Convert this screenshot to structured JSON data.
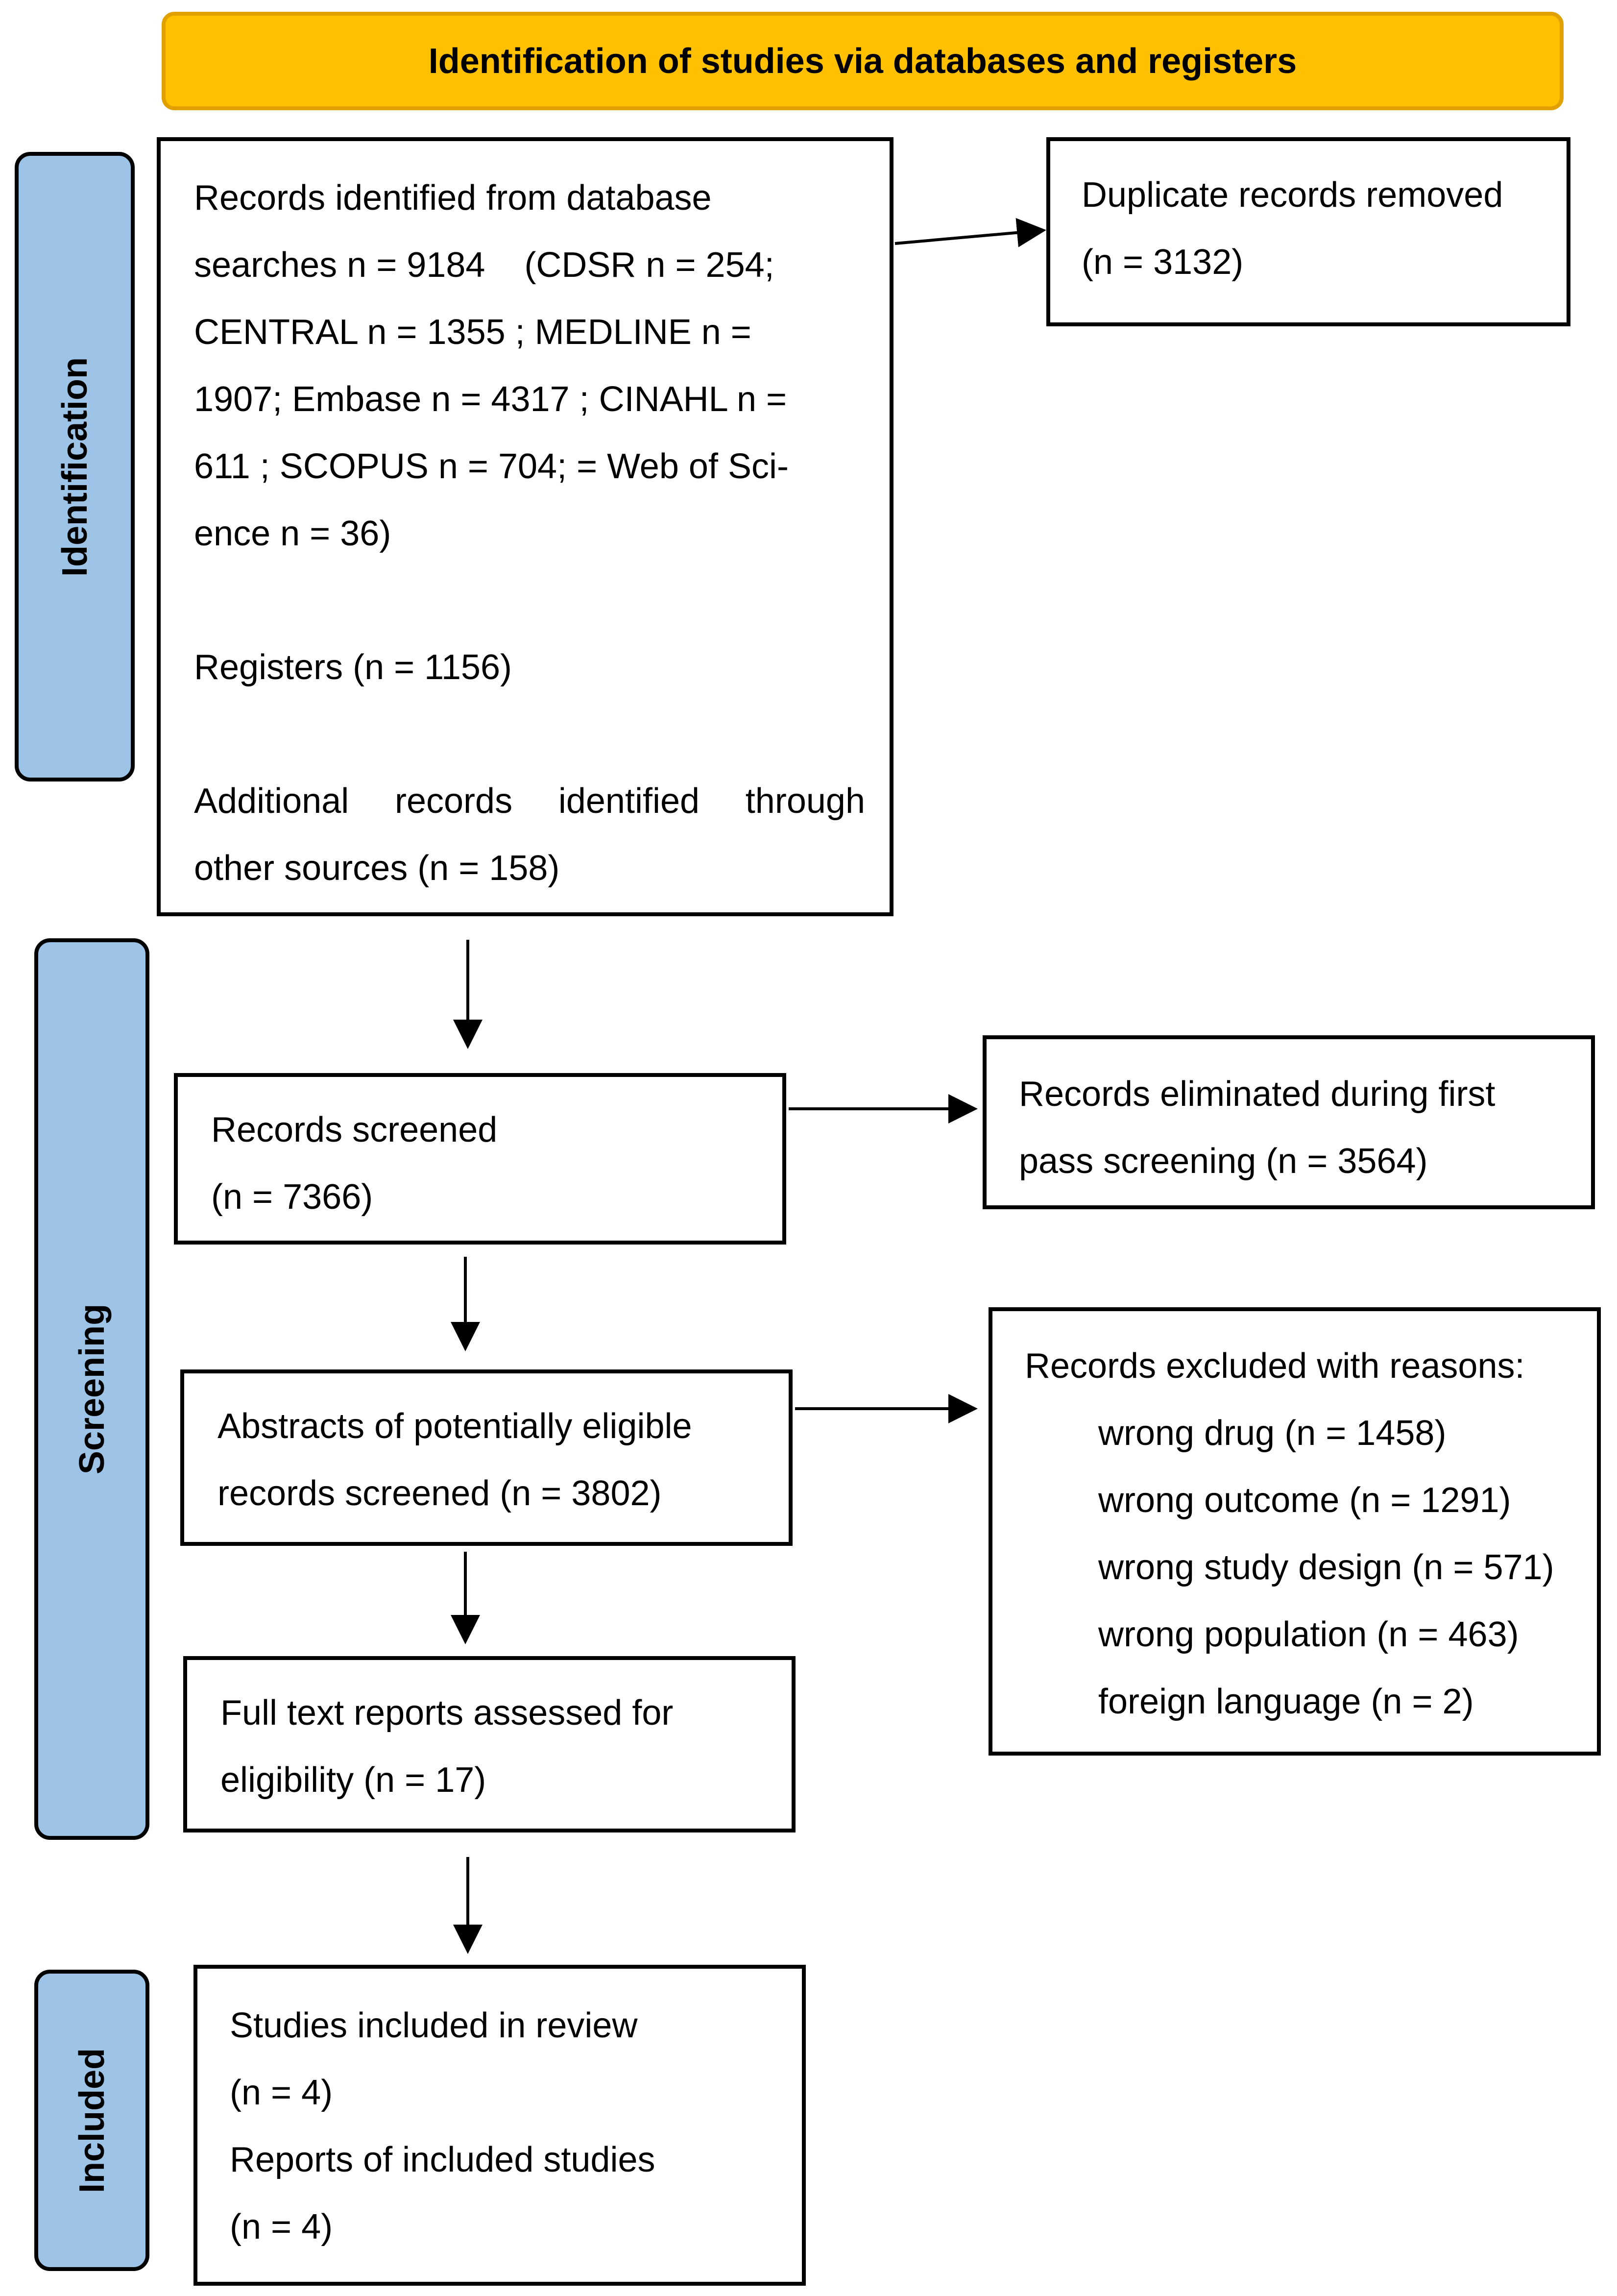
{
  "header": {
    "title": "Identification of studies via databases and registers"
  },
  "phases": {
    "identification": "Identification",
    "screening": "Screening",
    "included": "Included"
  },
  "records_identified": {
    "line1": "Records identified from database",
    "line2": "searches n = 9184    (CDSR n = 254;",
    "line3": "CENTRAL n = 1355 ; MEDLINE n =",
    "line4": "1907; Embase n = 4317 ; CINAHL n =",
    "line5": "611 ; SCOPUS n = 704; = Web of Sci-",
    "line6": "ence n = 36)",
    "registers": "Registers (n = 1156)",
    "additional_words": [
      "Additional",
      "records",
      "identified",
      "through"
    ],
    "additional_line2": "other sources (n = 158)"
  },
  "duplicates": {
    "line1": "Duplicate records removed",
    "line2": "(n = 3132)"
  },
  "records_screened": {
    "line1": "Records screened",
    "line2": "(n = 7366)"
  },
  "eliminated": {
    "line1": "Records eliminated during first",
    "line2": "pass screening (n = 3564)"
  },
  "abstracts": {
    "line1": "Abstracts of potentially eligible",
    "line2": "records screened (n = 3802)"
  },
  "excluded": {
    "title": "Records excluded with reasons:",
    "reasons": [
      "wrong drug (n = 1458)",
      "wrong outcome (n = 1291)",
      "wrong study design (n = 571)",
      "wrong population (n = 463)",
      "foreign language (n = 2)"
    ]
  },
  "full_text": {
    "line1": "Full text reports assessed for",
    "line2": "eligibility (n = 17)"
  },
  "included_box": {
    "line1": "Studies included in review",
    "line2": "(n = 4)",
    "line3": "Reports of included studies",
    "line4": "(n = 4)"
  }
}
